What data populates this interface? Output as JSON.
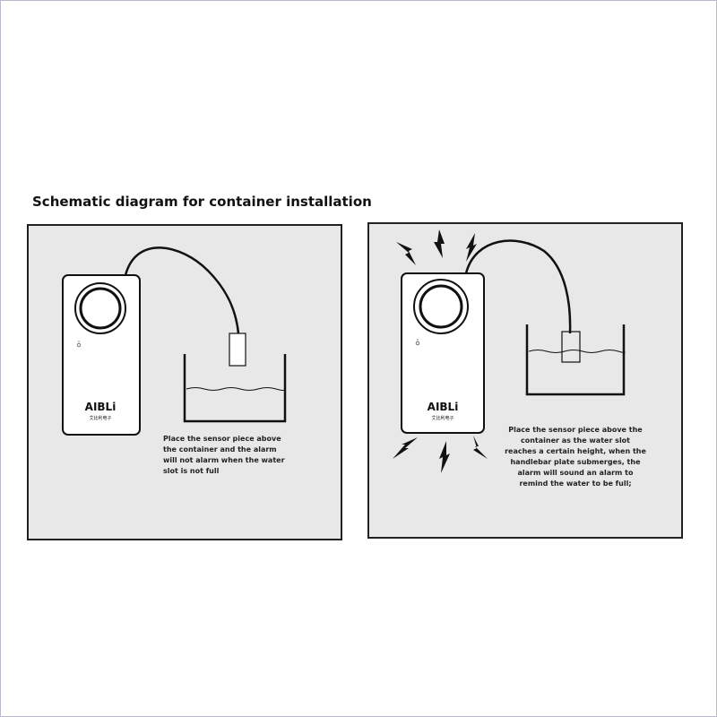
{
  "title": "Schematic diagram for container installation",
  "brand": {
    "logo_text": "AIBLi",
    "logo_sub": "艾比利电子"
  },
  "panels": [
    {
      "state": "not-full",
      "caption": "Place the sensor piece above the container and the alarm will not alarm when the water slot is not full"
    },
    {
      "state": "full-alarm",
      "caption": "Place the sensor piece above the container as the water slot reaches a certain height, when the handlebar plate submerges, the alarm will sound an alarm to remind the water to be full;"
    }
  ],
  "icons": [
    "speaker-icon",
    "led-indicator-icon",
    "lightning-bolt-icon"
  ],
  "colors": {
    "panel_bg": "#e8e8e8",
    "device_bg": "#ffffff",
    "stroke": "#111111"
  }
}
